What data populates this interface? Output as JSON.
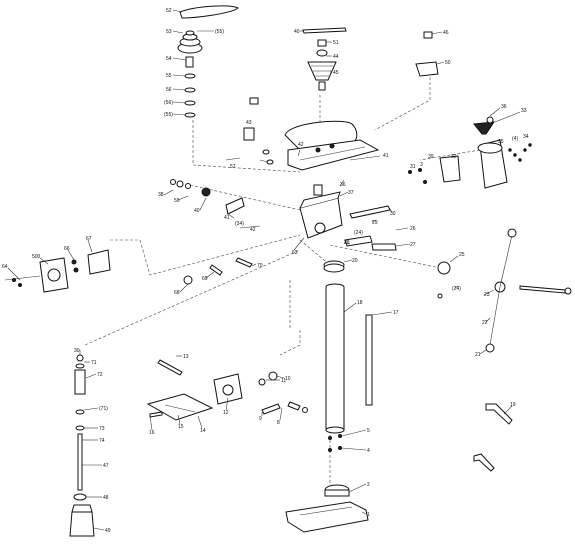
{
  "labels": [
    {
      "id": "l52",
      "text": "52"
    },
    {
      "id": "l53",
      "text": "53"
    },
    {
      "id": "l55a",
      "text": "(55)"
    },
    {
      "id": "l54",
      "text": "54"
    },
    {
      "id": "l55b",
      "text": "55"
    },
    {
      "id": "l56",
      "text": "56"
    },
    {
      "id": "l56p",
      "text": "(56)"
    },
    {
      "id": "l55c",
      "text": "(55)"
    },
    {
      "id": "l40top",
      "text": "40"
    },
    {
      "id": "l51",
      "text": "51"
    },
    {
      "id": "l44",
      "text": "44"
    },
    {
      "id": "l45",
      "text": "45"
    },
    {
      "id": "l46",
      "text": "46"
    },
    {
      "id": "l50",
      "text": "50"
    },
    {
      "id": "l36r",
      "text": "36"
    },
    {
      "id": "l33",
      "text": "33"
    },
    {
      "id": "l35",
      "text": "35"
    },
    {
      "id": "l4p",
      "text": "(4)"
    },
    {
      "id": "l34",
      "text": "34"
    },
    {
      "id": "l43",
      "text": "43"
    },
    {
      "id": "l42",
      "text": "42"
    },
    {
      "id": "l41",
      "text": "41"
    },
    {
      "id": "l57",
      "text": "57"
    },
    {
      "id": "l39",
      "text": "39"
    },
    {
      "id": "l32",
      "text": "32"
    },
    {
      "id": "l31",
      "text": "31"
    },
    {
      "id": "l3",
      "text": "3"
    },
    {
      "id": "l38",
      "text": "38"
    },
    {
      "id": "l59",
      "text": "59"
    },
    {
      "id": "l40m",
      "text": "40"
    },
    {
      "id": "l41m",
      "text": "41"
    },
    {
      "id": "l34m",
      "text": "(34)"
    },
    {
      "id": "l42m",
      "text": "42"
    },
    {
      "id": "l36m",
      "text": "36"
    },
    {
      "id": "l37",
      "text": "37"
    },
    {
      "id": "l30",
      "text": "30"
    },
    {
      "id": "l29",
      "text": "29"
    },
    {
      "id": "l28",
      "text": "28"
    },
    {
      "id": "l24m",
      "text": "(24)"
    },
    {
      "id": "l26",
      "text": "26"
    },
    {
      "id": "l27",
      "text": "27"
    },
    {
      "id": "l25",
      "text": "25"
    },
    {
      "id": "l24r",
      "text": "(24)"
    },
    {
      "id": "l23",
      "text": "23"
    },
    {
      "id": "l22",
      "text": "22"
    },
    {
      "id": "l21",
      "text": "21"
    },
    {
      "id": "l64",
      "text": "64"
    },
    {
      "id": "l500",
      "text": "500"
    },
    {
      "id": "l66",
      "text": "66"
    },
    {
      "id": "l67",
      "text": "67"
    },
    {
      "id": "l63",
      "text": "63"
    },
    {
      "id": "l70",
      "text": "70"
    },
    {
      "id": "l69",
      "text": "69"
    },
    {
      "id": "l68",
      "text": "68"
    },
    {
      "id": "l20",
      "text": "20"
    },
    {
      "id": "l18",
      "text": "18"
    },
    {
      "id": "l17",
      "text": "17"
    },
    {
      "id": "l30b",
      "text": "30"
    },
    {
      "id": "l71",
      "text": "71"
    },
    {
      "id": "l72",
      "text": "72"
    },
    {
      "id": "l71p",
      "text": "(71)"
    },
    {
      "id": "l73",
      "text": "73"
    },
    {
      "id": "l74",
      "text": "74"
    },
    {
      "id": "l47",
      "text": "47"
    },
    {
      "id": "l48",
      "text": "48"
    },
    {
      "id": "l49",
      "text": "49"
    },
    {
      "id": "l13",
      "text": "13"
    },
    {
      "id": "l11",
      "text": "11"
    },
    {
      "id": "l10",
      "text": "10"
    },
    {
      "id": "l12",
      "text": "12"
    },
    {
      "id": "l9",
      "text": "9"
    },
    {
      "id": "l8",
      "text": "8"
    },
    {
      "id": "l16",
      "text": "16"
    },
    {
      "id": "l15",
      "text": "15"
    },
    {
      "id": "l14",
      "text": "14"
    },
    {
      "id": "l5",
      "text": "5"
    },
    {
      "id": "l4",
      "text": "4"
    },
    {
      "id": "l2",
      "text": "2"
    },
    {
      "id": "l1",
      "text": "1"
    },
    {
      "id": "l19",
      "text": "19"
    }
  ]
}
